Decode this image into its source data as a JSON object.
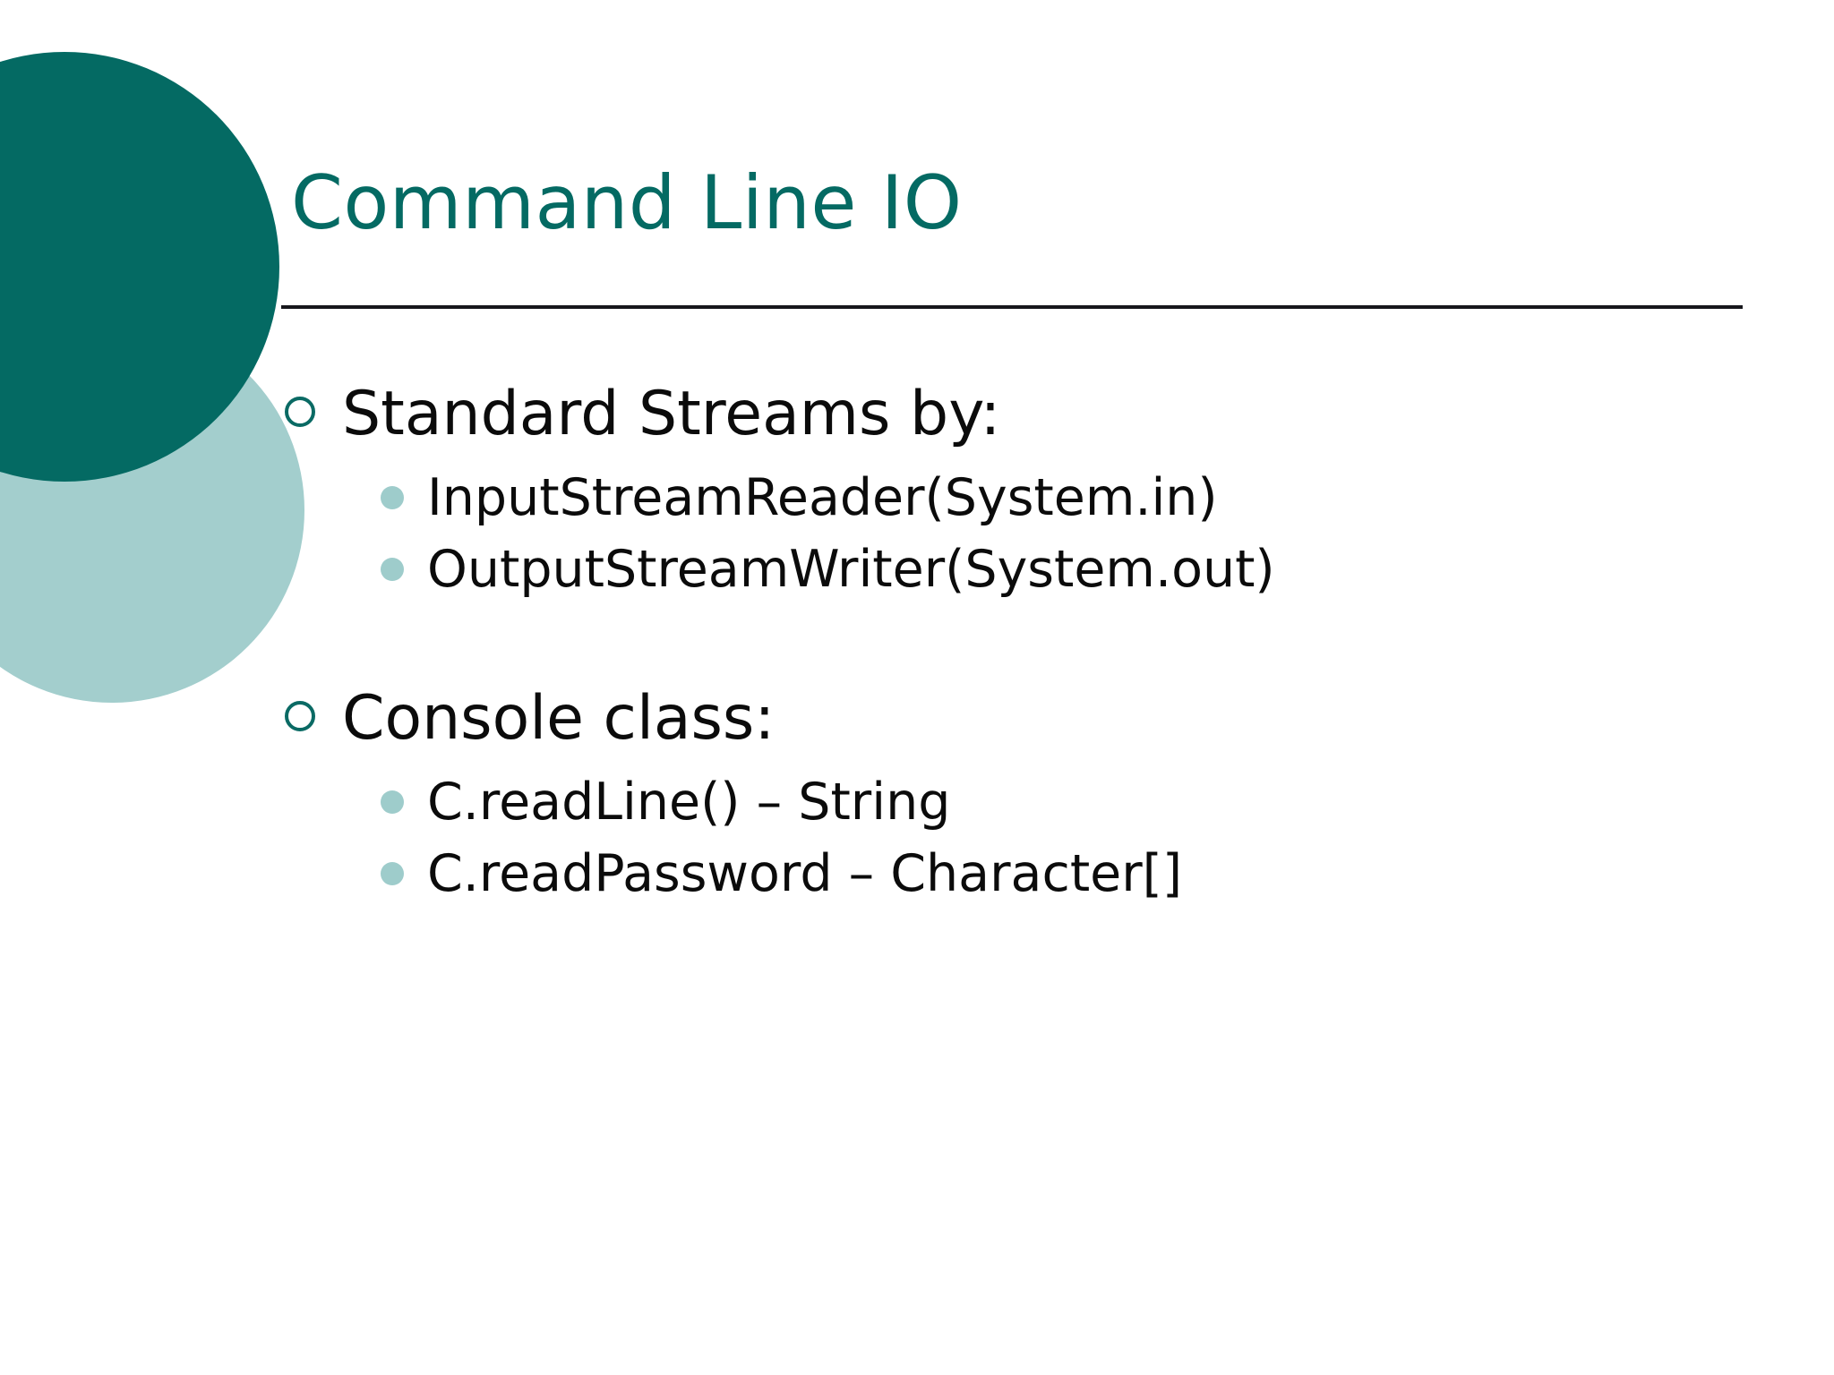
{
  "slide": {
    "title": "Command Line IO",
    "theme": {
      "dark_teal": "#046a63",
      "light_teal": "#a3cecd",
      "title_color": "#046a63",
      "body_color": "#0b0b0b",
      "rule_color": "#17171c",
      "background": "#ffffff"
    },
    "decorations": [
      {
        "name": "dark-teal-circle",
        "color": "#046a63"
      },
      {
        "name": "light-teal-circle",
        "color": "#a3cecd"
      }
    ],
    "content": [
      {
        "heading": "Standard Streams by:",
        "items": [
          "InputStreamReader(System.in)",
          "OutputStreamWriter(System.out)"
        ]
      },
      {
        "heading": "Console class:",
        "items": [
          "C.readLine() – String",
          "C.readPassword – Character[]"
        ]
      }
    ]
  }
}
